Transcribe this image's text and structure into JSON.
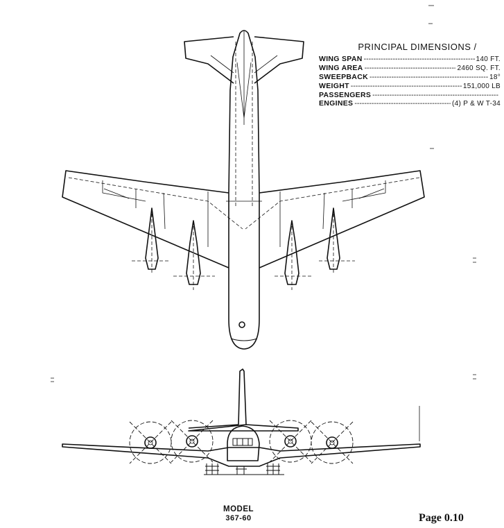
{
  "dimensions": {
    "title": "PRINCIPAL DIMENSIONS /",
    "rows": [
      {
        "label": "WING SPAN",
        "value": "140 FT."
      },
      {
        "label": "WING AREA",
        "value": "2460 SQ. FT."
      },
      {
        "label": "SWEEPBACK",
        "value": "18°"
      },
      {
        "label": "WEIGHT",
        "value": "151,000 LB"
      },
      {
        "label": "PASSENGERS",
        "value": ""
      },
      {
        "label": "ENGINES",
        "value": "(4) P & W T-34"
      }
    ]
  },
  "model": {
    "label": "MODEL",
    "number": "367-60"
  },
  "page": {
    "label": "Page 0.10"
  },
  "colors": {
    "ink": "#111111",
    "paper": "#ffffff"
  }
}
